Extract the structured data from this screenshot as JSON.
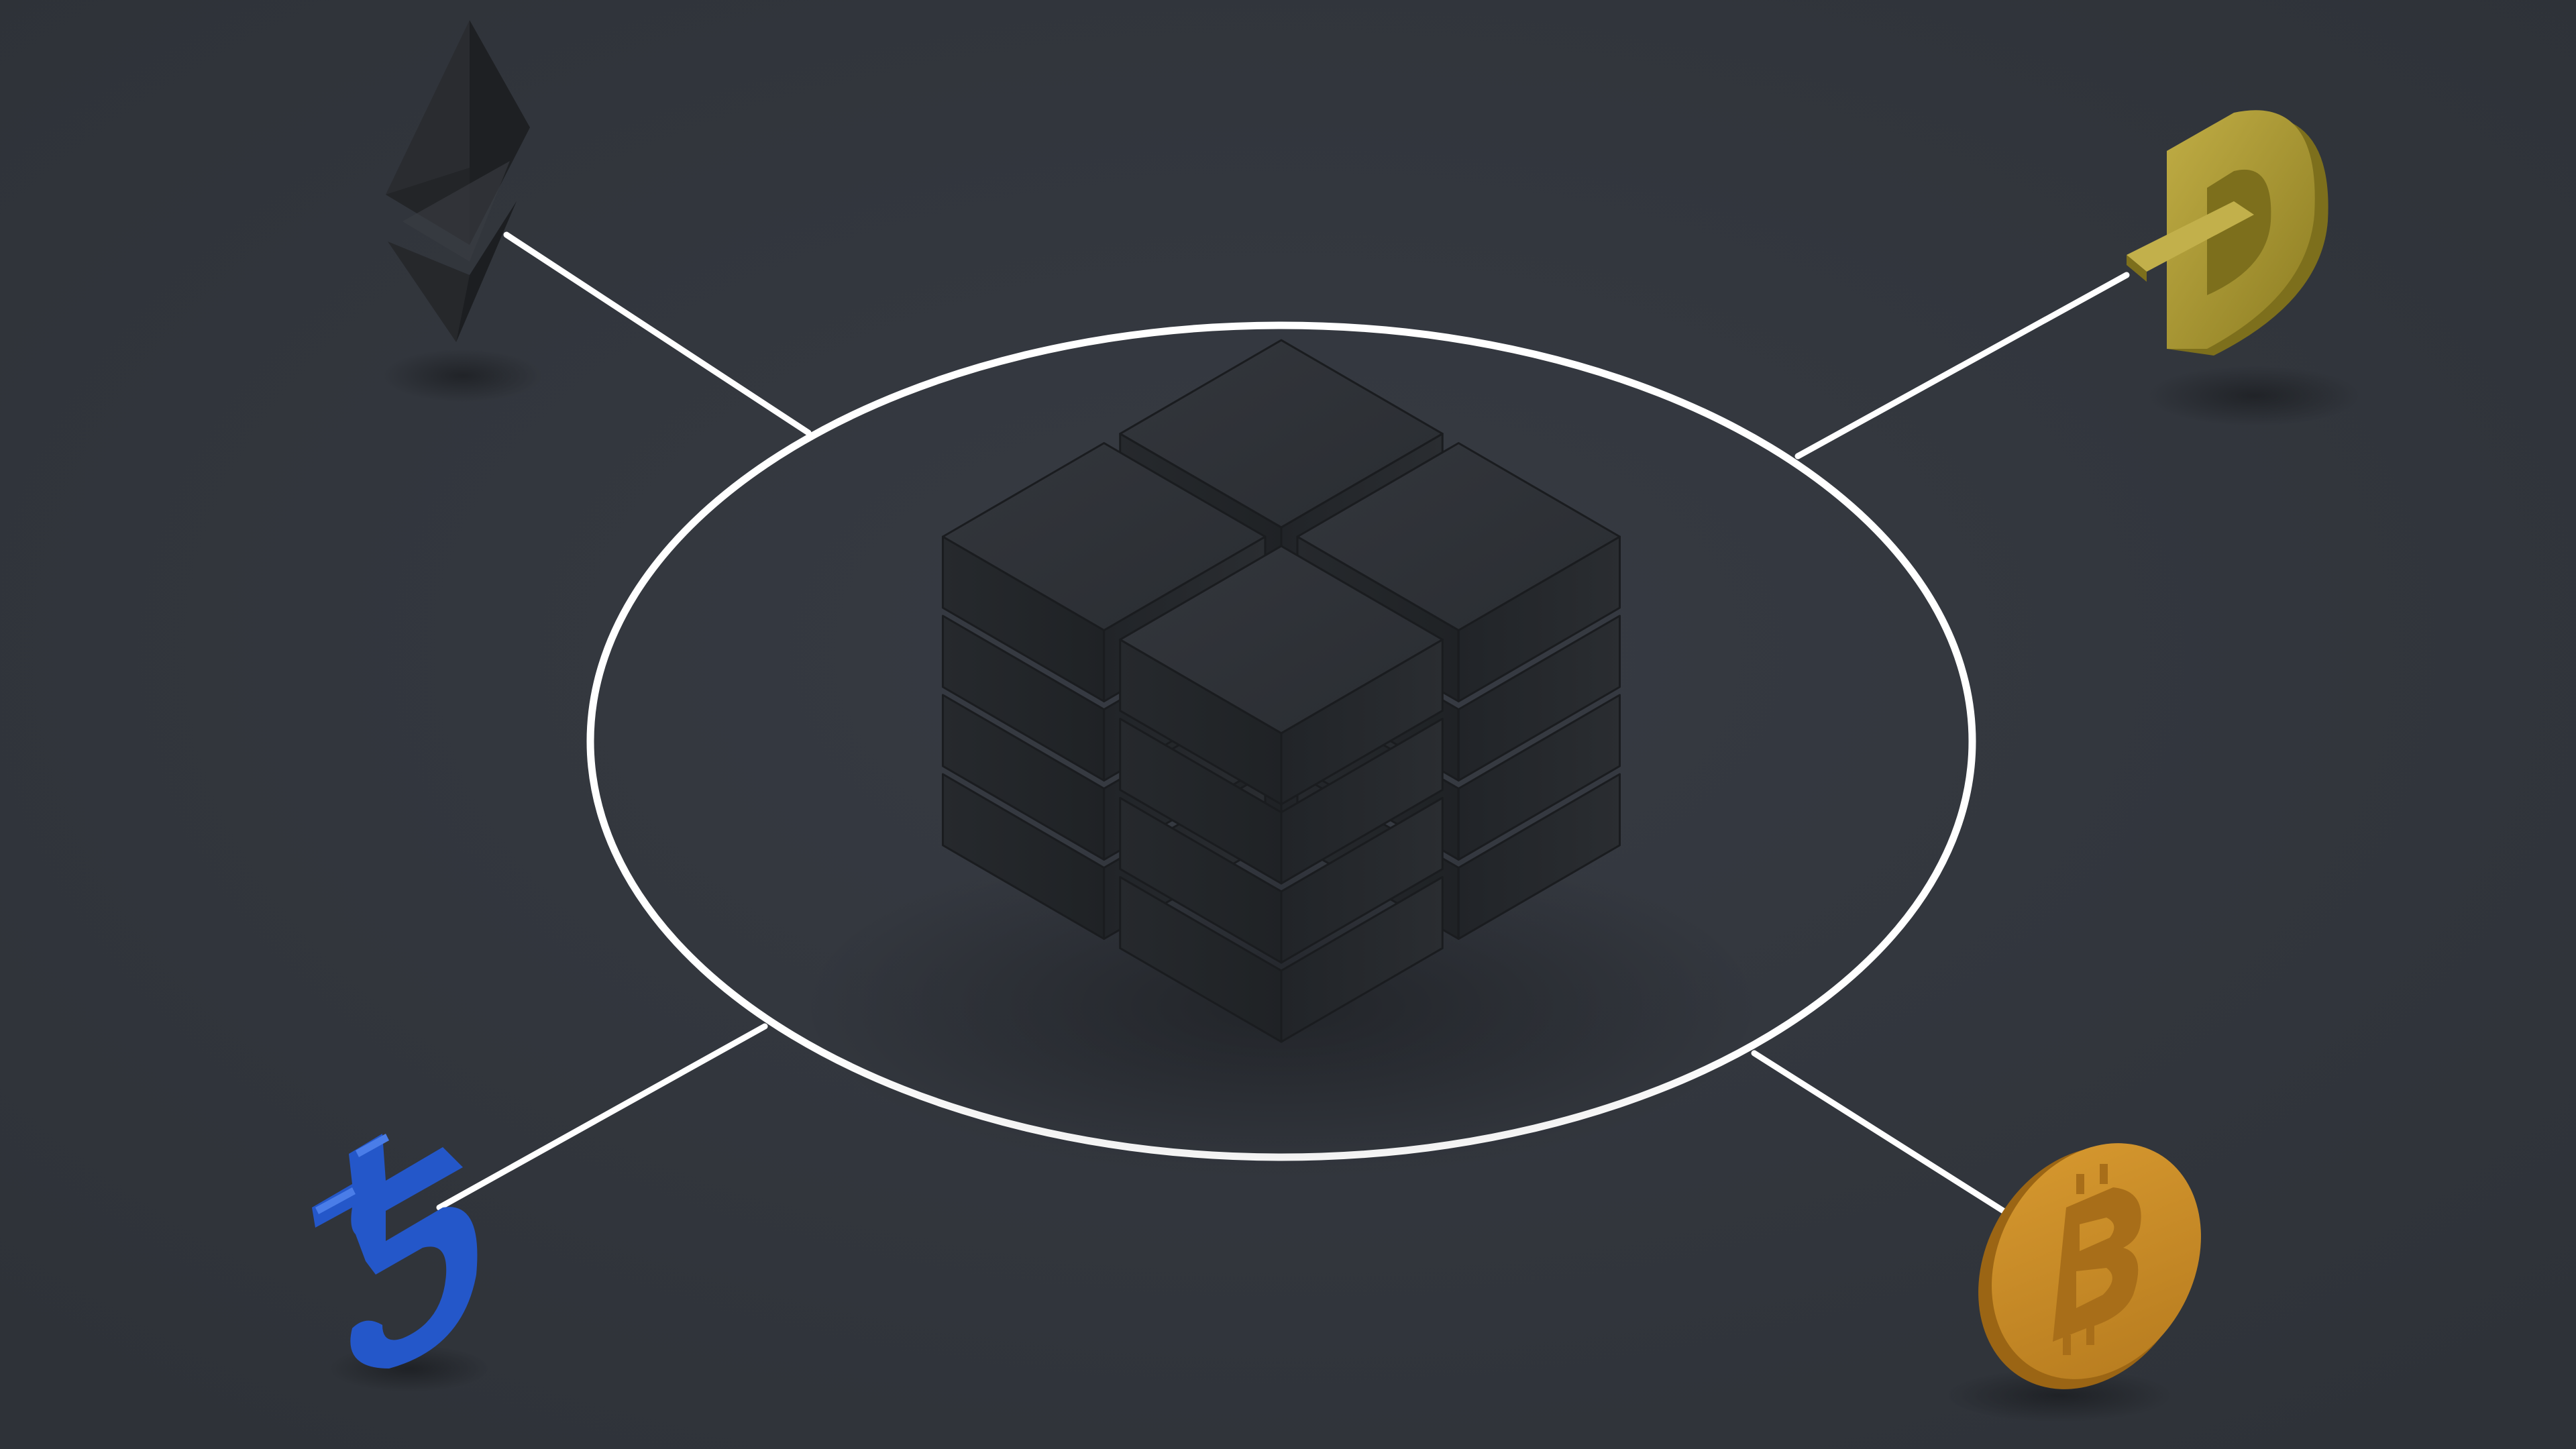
{
  "scene": {
    "background_color": "#32363d",
    "ring_color": "#ffffff",
    "connector_color": "#ffffff",
    "central_object": "stacked-server-blocks",
    "block_color": "#2b2e33",
    "block_layers": 4,
    "block_columns": 4
  },
  "coins": [
    {
      "name": "ethereum",
      "icon": "ethereum-icon",
      "color": "#26282c",
      "corner": "top-left"
    },
    {
      "name": "dogecoin",
      "icon": "dogecoin-icon",
      "color": "#a8962e",
      "corner": "top-right"
    },
    {
      "name": "tezos",
      "icon": "tezos-icon",
      "color": "#2b5fd6",
      "corner": "bottom-left"
    },
    {
      "name": "bitcoin",
      "icon": "bitcoin-icon",
      "color": "#c98b24",
      "corner": "bottom-right"
    }
  ]
}
